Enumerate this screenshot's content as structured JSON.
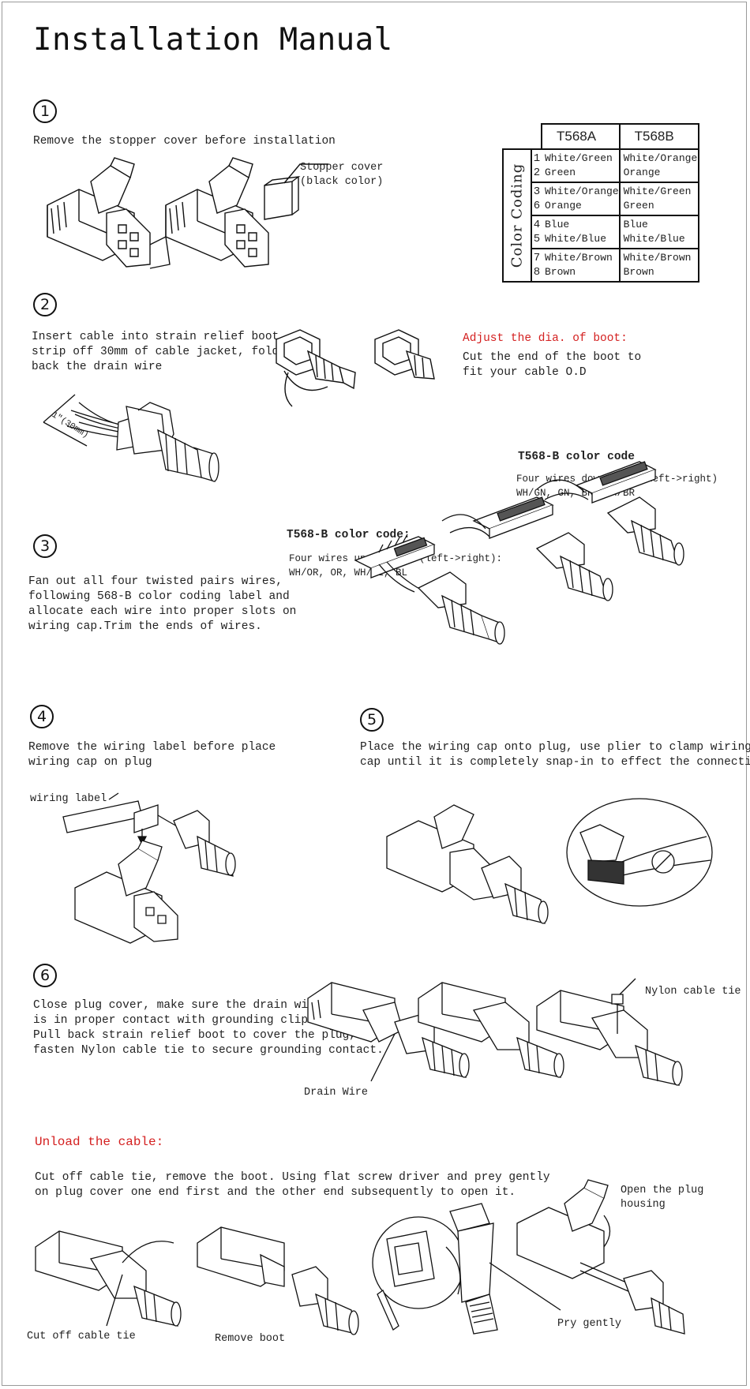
{
  "title": "Installation Manual",
  "steps": {
    "s1": {
      "num": "①",
      "text": "Remove the stopper cover before installation",
      "stopper_label": "Stopper cover\n(black color)"
    },
    "s2": {
      "num": "②",
      "text": "Insert cable into strain relief boot,\nstrip off 30mm of cable jacket, fold\nback the drain wire",
      "adjust_title": "Adjust the dia. of boot:",
      "adjust_text": "Cut the end of the boot to\nfit your cable O.D",
      "measure": "1\"(30mm)"
    },
    "s3": {
      "num": "③",
      "text": "Fan out all four twisted pairs wires,\nfollowing 568-B color coding label and\nallocate each wire into proper slots on\nwiring cap.Trim the ends of wires.",
      "code_title_1": "T568-B color code:",
      "code_text_1": "Four wires upper side (left->right):\nWH/OR, OR, WH/BL, BL",
      "code_title_2": "T568-B color code",
      "code_text_2": "Four wires down side (left->right)\nWH/GN, GN, BR, WH/BR"
    },
    "s4": {
      "num": "④",
      "text": "Remove the wiring label before place\nwiring cap on plug",
      "label": "wiring label"
    },
    "s5": {
      "num": "⑤",
      "text": "Place the wiring cap onto plug, use plier to clamp wiring\ncap until it is completely snap-in to effect the connection"
    },
    "s6": {
      "num": "⑥",
      "text": "Close plug cover, make sure the drain wire\nis in proper contact with grounding clip.\nPull back strain relief boot to cover the plug,\nfasten Nylon cable tie to secure grounding contact.",
      "drain": "Drain Wire",
      "nylon": "Nylon cable tie"
    }
  },
  "unload": {
    "title": "Unload the cable:",
    "text": "Cut off cable tie, remove the boot. Using flat screw driver and prey gently\non plug cover one end first and the other end subsequently to open it.",
    "cut_label": "Cut off cable tie",
    "remove_label": "Remove boot",
    "pry_label": "Pry gently",
    "open_label": "Open the plug\nhousing"
  },
  "color_table": {
    "side_label": "Color Coding",
    "col_a": "T568A",
    "col_b": "T568B",
    "rows": [
      {
        "pins": "1\n2",
        "a": "White/Green\nGreen",
        "b": "White/Orange\nOrange"
      },
      {
        "pins": "3\n6",
        "a": "White/Orange\nOrange",
        "b": "White/Green\nGreen"
      },
      {
        "pins": "4\n5",
        "a": "Blue\nWhite/Blue",
        "b": "Blue\nWhite/Blue"
      },
      {
        "pins": "7\n8",
        "a": "White/Brown\nBrown",
        "b": "White/Brown\nBrown"
      }
    ]
  },
  "colors": {
    "accent_red": "#d42020",
    "ink": "#1a1a1a"
  }
}
